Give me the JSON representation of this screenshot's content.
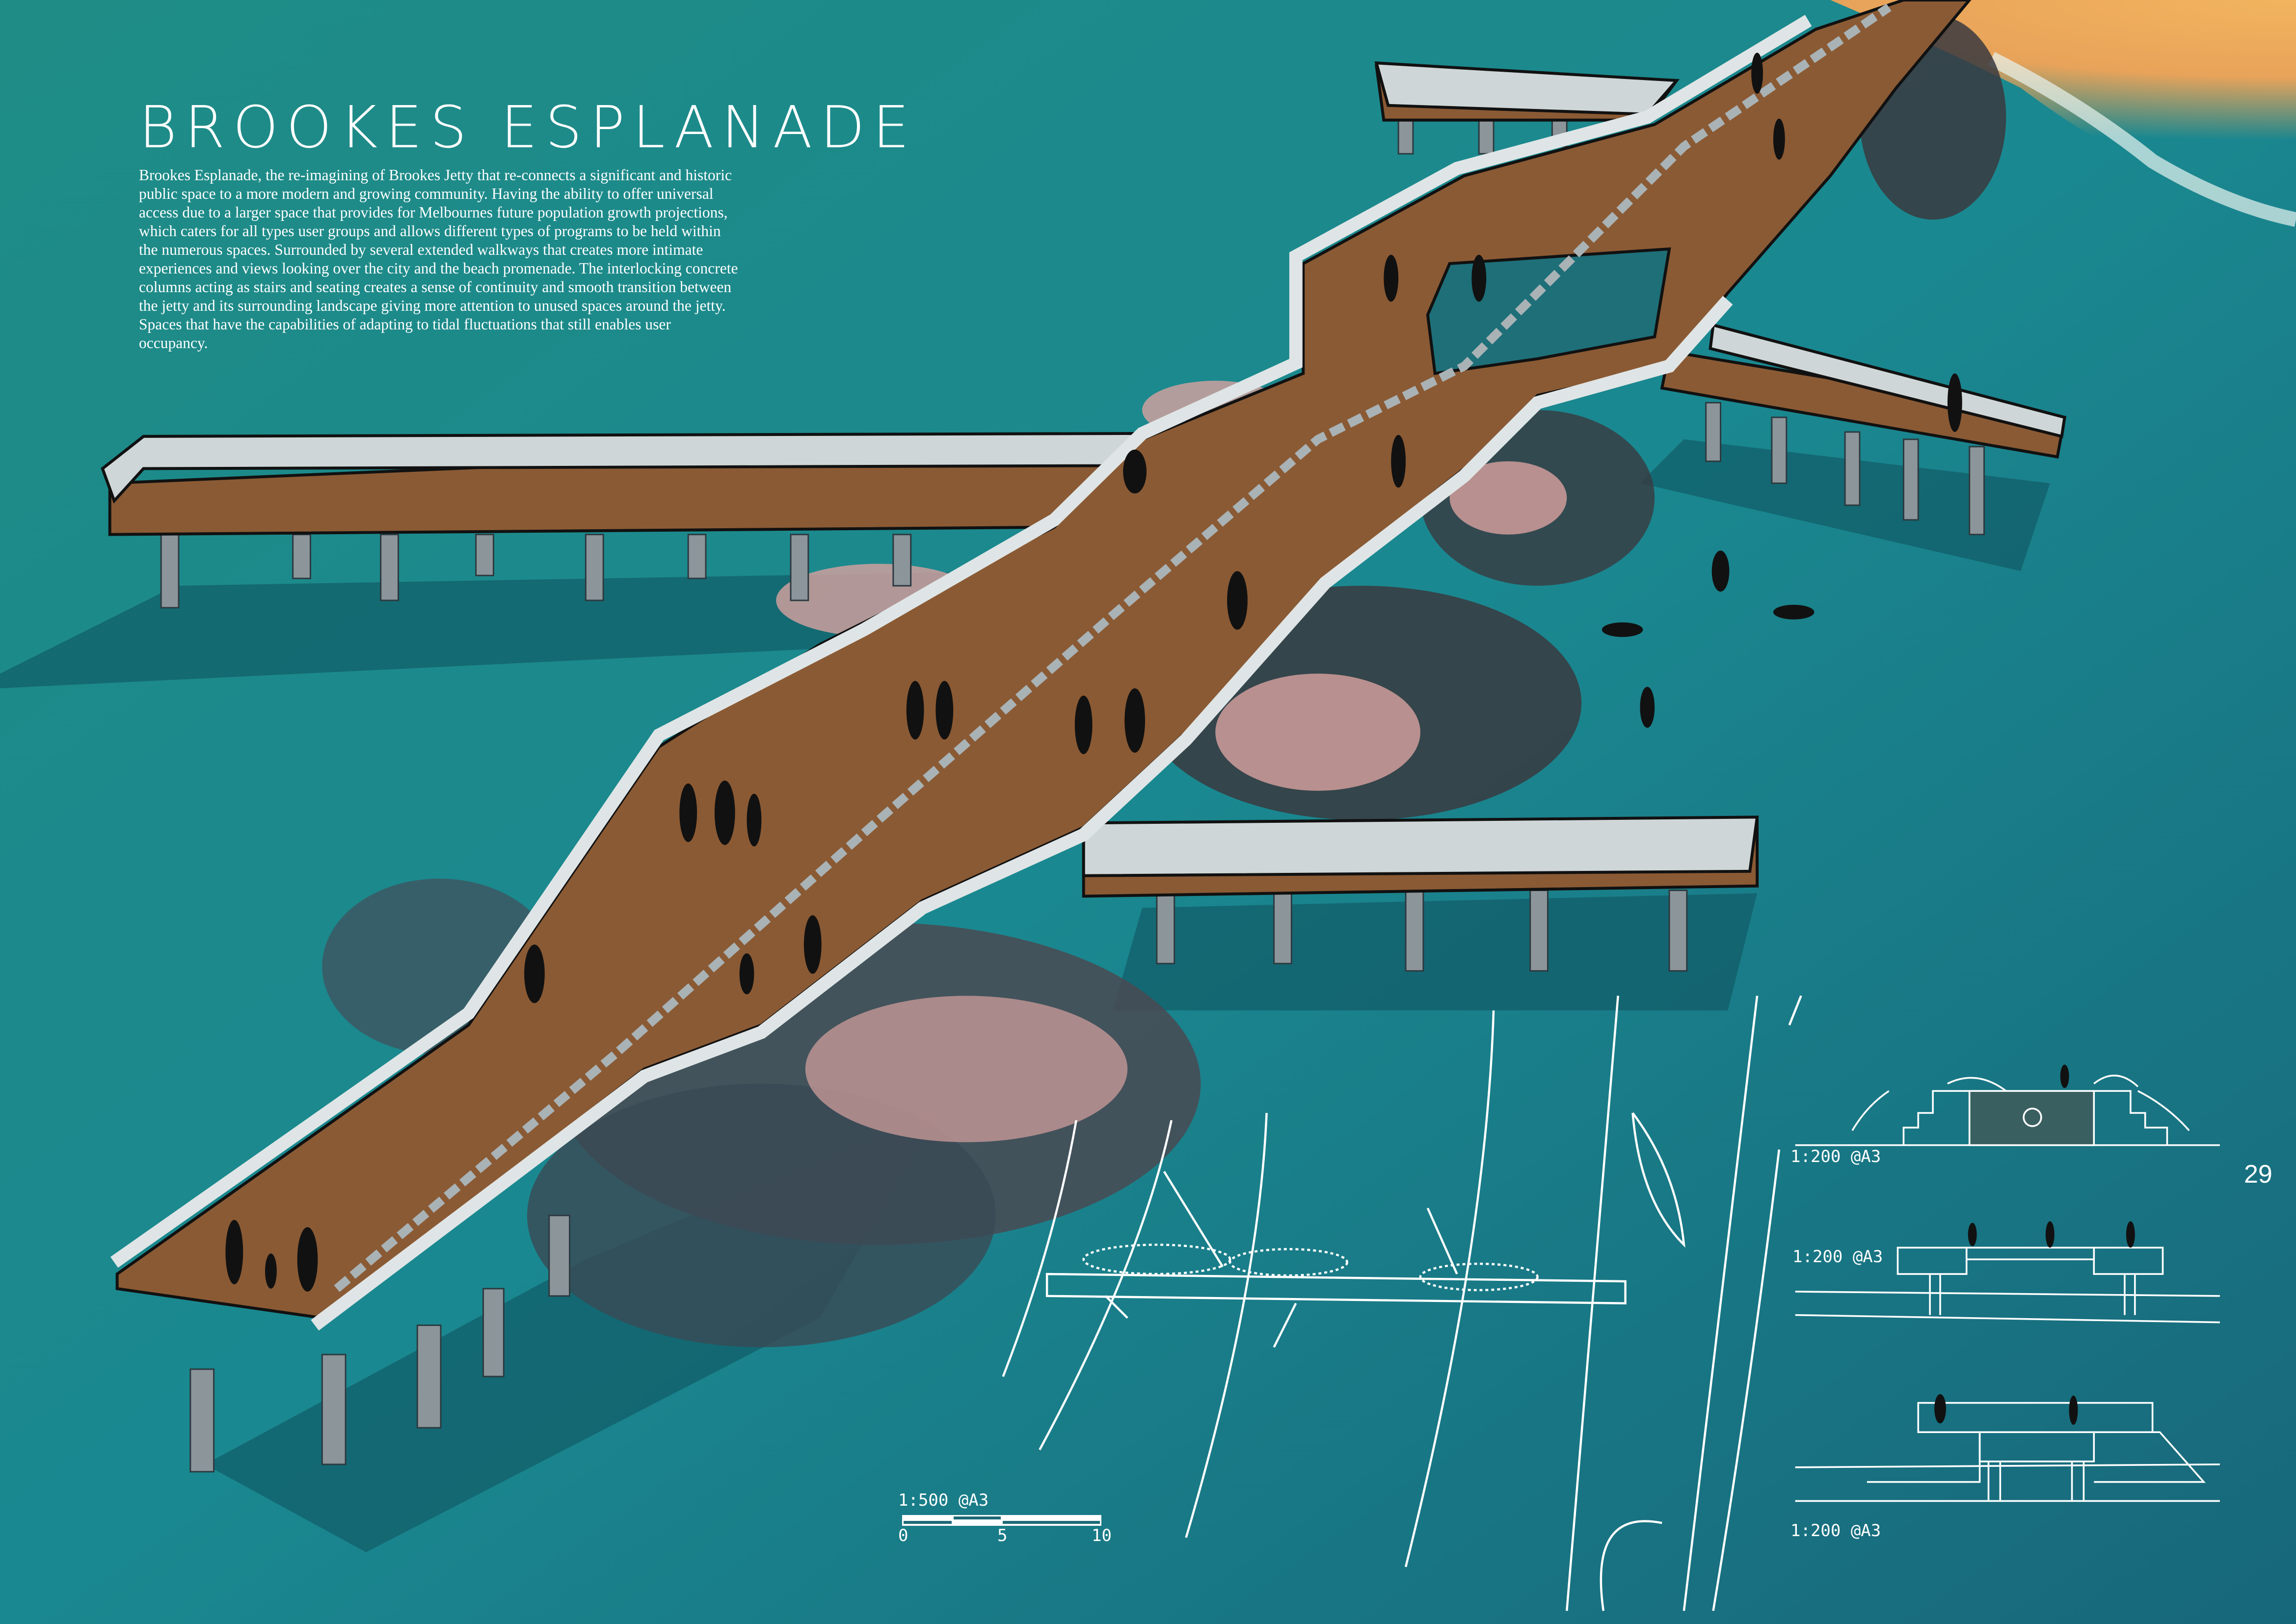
{
  "title": "BROOKES ESPLANADE",
  "description": "Brookes Esplanade, the re-imagining of Brookes Jetty that re-connects a significant and historic public space to a more modern and growing community. Having the ability to offer universal access due to a larger space that provides for Melbournes future population growth projections, which caters for all types user groups and allows different types of programs to be held within the numerous spaces. Surrounded by several extended walkways that creates more intimate experiences and views looking over the city and the beach promenade. The interlocking concrete columns acting as stairs and seating creates a sense of continuity and smooth transition between the jetty and its surrounding landscape giving more attention to unused spaces around the jetty. Spaces that have the capabilities of adapting to tidal fluctuations that still enables user occupancy.",
  "site_plan": {
    "scale_label": "1:500 @A3",
    "scale_ticks": [
      "0",
      "5",
      "10"
    ]
  },
  "sections": [
    {
      "scale_label": "1:200 @A3"
    },
    {
      "scale_label": "1:200 @A3"
    },
    {
      "scale_label": "1:200 @A3"
    }
  ],
  "page_number": "29",
  "colors": {
    "water": "#1c7f86",
    "sand": "#e9a45a",
    "deck": "#8a5a34",
    "pink_hex": "#d9a3a0",
    "dark_hex": "#2a2a2e"
  }
}
